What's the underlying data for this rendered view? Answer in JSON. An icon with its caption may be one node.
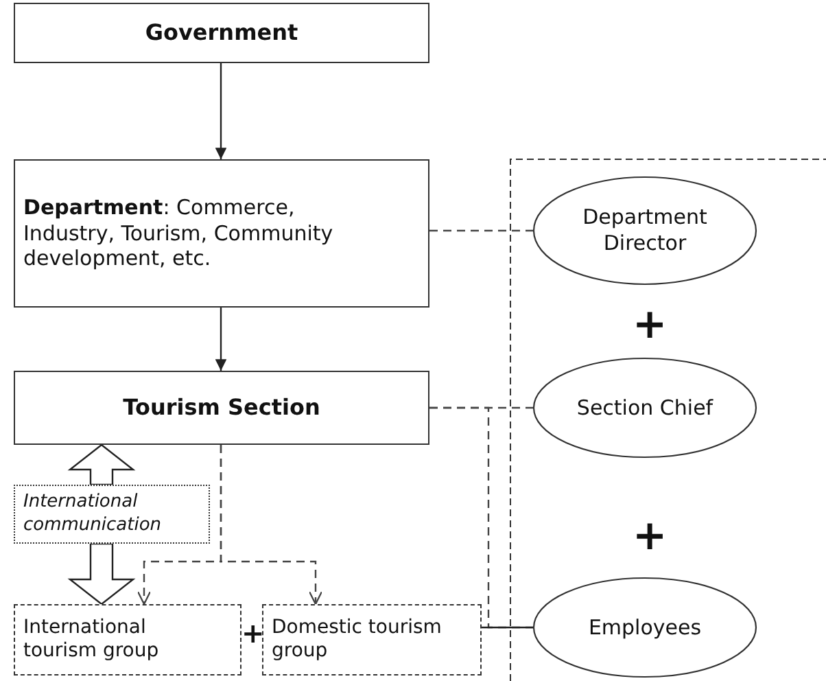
{
  "diagram": {
    "nodes": [
      {
        "text": [
          "Government"
        ]
      },
      {
        "text": [
          "**Department**: Commerce, Industry, Tourism, Community development, etc."
        ]
      },
      {
        "text": [
          "Tourism Section"
        ]
      },
      {
        "text": [
          "International communication"
        ]
      },
      {
        "text": [
          "International tourism group"
        ]
      },
      {
        "text": [
          "Domestic tourism group"
        ]
      },
      {
        "text": [
          "Department Director"
        ]
      },
      {
        "text": [
          "Section Chief"
        ]
      },
      {
        "text": [
          "Employees"
        ]
      }
    ],
    "edges": [
      {
        "from": 0,
        "to": 1,
        "arrow": "to"
      },
      {
        "from": 1,
        "to": 2,
        "arrow": "to"
      },
      {
        "from": 1,
        "to": 6,
        "arrow": "none",
        "style": "dashed"
      },
      {
        "from": 2,
        "to": 7,
        "arrow": "none",
        "style": "dashed"
      },
      {
        "from": 2,
        "to": 4,
        "arrow": "to",
        "style": "dashed"
      },
      {
        "from": 2,
        "to": 5,
        "arrow": "to",
        "style": "dashed"
      },
      {
        "from": 2,
        "to": 8,
        "arrow": "none",
        "style": "dashed"
      },
      {
        "from": 5,
        "to": 8,
        "arrow": "none"
      },
      {
        "from": 3,
        "to": 2,
        "arrow": "to",
        "style": "thick"
      },
      {
        "from": 3,
        "to": 4,
        "arrow": "to",
        "style": "thick"
      }
    ],
    "labels": [
      "+",
      "+",
      "+"
    ]
  }
}
